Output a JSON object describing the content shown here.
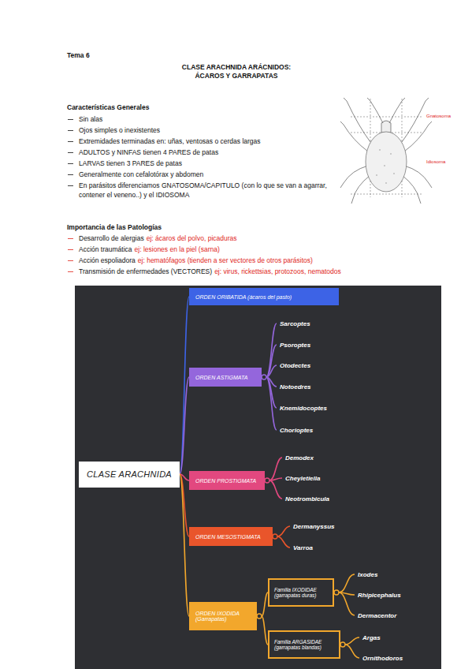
{
  "diagram": {
    "title": "CLASE ARACHNIDA ARÁCNIDOS: ÁCAROS Y GARRAPATAS",
    "nodes": [
      {
        "text": [
          "CLASE ARACHNIDA"
        ]
      },
      {
        "text": [
          "ORDEN ORIBATIDA (ácaros del pasto)"
        ]
      },
      {
        "text": [
          "ORDEN ASTIGMATA"
        ]
      },
      {
        "text": [
          "Sarcoptes"
        ]
      },
      {
        "text": [
          "Psoroptes"
        ]
      },
      {
        "text": [
          "Otodectes"
        ]
      },
      {
        "text": [
          "Notoedres"
        ]
      },
      {
        "text": [
          "Knemidocoptes"
        ]
      },
      {
        "text": [
          "Chorioptes"
        ]
      },
      {
        "text": [
          "ORDEN PROSTIGMATA"
        ]
      },
      {
        "text": [
          "Demodex"
        ]
      },
      {
        "text": [
          "Cheyletiella"
        ]
      },
      {
        "text": [
          "Neotrombicula"
        ]
      },
      {
        "text": [
          "ORDEN MESOSTIGMATA"
        ]
      },
      {
        "text": [
          "Dermanyssus"
        ]
      },
      {
        "text": [
          "Varroa"
        ]
      },
      {
        "text": [
          "ORDEN IXODIDA",
          "(Garrapatas)"
        ]
      },
      {
        "text": [
          "Familia IXODIDAE",
          "(garrapatas duras)"
        ]
      },
      {
        "text": [
          "Ixodes"
        ]
      },
      {
        "text": [
          "Rhipicephalus"
        ]
      },
      {
        "text": [
          "Dermacentor"
        ]
      },
      {
        "text": [
          "Familia ARGASIDAE",
          "(garrapatas blandas)"
        ]
      },
      {
        "text": [
          "Argas"
        ]
      },
      {
        "text": [
          "Ornithodoros"
        ]
      }
    ],
    "edges": [
      {
        "from": 0,
        "to": 1,
        "arrow": "none"
      },
      {
        "from": 0,
        "to": 2,
        "arrow": "none"
      },
      {
        "from": 0,
        "to": 9,
        "arrow": "none"
      },
      {
        "from": 0,
        "to": 13,
        "arrow": "none"
      },
      {
        "from": 0,
        "to": 16,
        "arrow": "none"
      },
      {
        "from": 2,
        "to": 3,
        "arrow": "none"
      },
      {
        "from": 2,
        "to": 4,
        "arrow": "none"
      },
      {
        "from": 2,
        "to": 5,
        "arrow": "none"
      },
      {
        "from": 2,
        "to": 6,
        "arrow": "none"
      },
      {
        "from": 2,
        "to": 7,
        "arrow": "none"
      },
      {
        "from": 2,
        "to": 8,
        "arrow": "none"
      },
      {
        "from": 9,
        "to": 10,
        "arrow": "none"
      },
      {
        "from": 9,
        "to": 11,
        "arrow": "none"
      },
      {
        "from": 9,
        "to": 12,
        "arrow": "none"
      },
      {
        "from": 13,
        "to": 14,
        "arrow": "none"
      },
      {
        "from": 13,
        "to": 15,
        "arrow": "none"
      },
      {
        "from": 16,
        "to": 17,
        "arrow": "none"
      },
      {
        "from": 16,
        "to": 21,
        "arrow": "none"
      },
      {
        "from": 17,
        "to": 18,
        "arrow": "none"
      },
      {
        "from": 17,
        "to": 19,
        "arrow": "none"
      },
      {
        "from": 17,
        "to": 20,
        "arrow": "none"
      },
      {
        "from": 21,
        "to": 22,
        "arrow": "none"
      },
      {
        "from": 21,
        "to": 23,
        "arrow": "none"
      }
    ],
    "labels": [
      "Tema 6",
      "Características Generales",
      "Sin alas",
      "Ojos simples o inexistentes",
      "Extremidades terminadas en: uñas, ventosas o cerdas largas",
      "ADULTOS y NINFAS tienen 4 PARES de patas",
      "LARVAS tienen 3 PARES de patas",
      "Generalmente con cefalotórax y abdomen",
      "En parásitos diferenciamos GNATOSOMA/CAPITULO (con lo que se van a agarrar, contener el veneno..) y el IDIOSOMA",
      "Gnatosoma",
      "Idiosoma",
      "Importancia de las Patologías",
      "Desarrollo de alergias",
      "ej: ácaros del polvo, picaduras",
      "Acción traumática",
      "ej: lesiones en la piel (sarna)",
      "Acción espoliadora",
      "ej: hematófagos (tienden a ser vectores de otros parásitos)",
      "Transmisión de enfermedades (VECTORES)",
      "ej: virus, rickettsias, protozoos, nematodos"
    ]
  }
}
